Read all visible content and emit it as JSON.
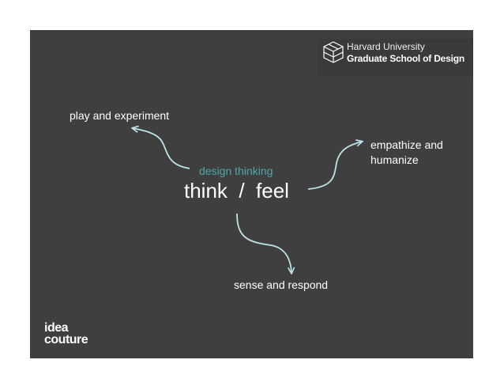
{
  "logo": {
    "line1": "Harvard University",
    "line2": "Graduate School of Design"
  },
  "diagram": {
    "center_label": "design thinking",
    "center_title": "think  /  feel",
    "nodes": {
      "play": "play and experiment",
      "empathize_1": "empathize and",
      "empathize_2": "humanize",
      "sense": "sense and respond"
    },
    "arrow_color": "#bfe3ea"
  },
  "brand": {
    "line1": "idea",
    "line2": "couture"
  }
}
